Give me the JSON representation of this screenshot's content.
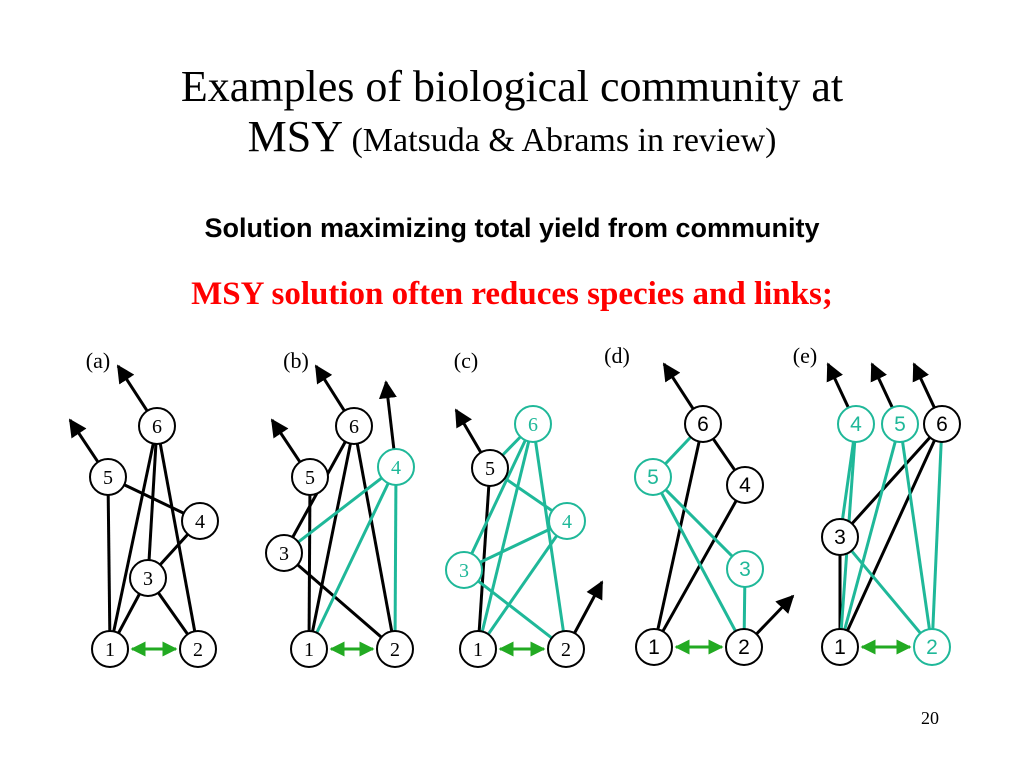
{
  "slide": {
    "title_line1": "Examples of biological community at",
    "title_line2_main": "MSY",
    "title_line2_small": " (Matsuda & Abrams in review)",
    "subtitle": "Solution maximizing total yield from community",
    "highlight": "MSY solution often reduces species and links;",
    "page_number": "20"
  },
  "colors": {
    "black": "#000000",
    "teal": "#1fb899",
    "green_arrow": "#22aa22",
    "red": "#ff0000"
  },
  "panels": [
    {
      "label": "(a)",
      "nodes": [
        {
          "id": "6",
          "label": "6",
          "teal": false
        },
        {
          "id": "5",
          "label": "5",
          "teal": false
        },
        {
          "id": "4",
          "label": "4",
          "teal": false
        },
        {
          "id": "3",
          "label": "3",
          "teal": false
        },
        {
          "id": "1",
          "label": "1",
          "teal": false
        },
        {
          "id": "2",
          "label": "2",
          "teal": false
        }
      ],
      "links": [
        [
          "6",
          "3"
        ],
        [
          "6",
          "1"
        ],
        [
          "6",
          "2"
        ],
        [
          "5",
          "1"
        ],
        [
          "5",
          "4"
        ],
        [
          "4",
          "3"
        ],
        [
          "3",
          "1"
        ],
        [
          "3",
          "2"
        ]
      ],
      "harvest_arrows": [
        "6",
        "5"
      ]
    },
    {
      "label": "(b)",
      "nodes": [
        {
          "id": "6",
          "label": "6",
          "teal": false
        },
        {
          "id": "5",
          "label": "5",
          "teal": false
        },
        {
          "id": "4",
          "label": "4",
          "teal": true
        },
        {
          "id": "3",
          "label": "3",
          "teal": false
        },
        {
          "id": "1",
          "label": "1",
          "teal": false
        },
        {
          "id": "2",
          "label": "2",
          "teal": false
        }
      ],
      "links": [
        [
          "6",
          "3"
        ],
        [
          "6",
          "1"
        ],
        [
          "6",
          "2"
        ],
        [
          "5",
          "1"
        ],
        [
          "3",
          "2"
        ],
        [
          "4",
          "3",
          "teal"
        ],
        [
          "4",
          "1",
          "teal"
        ],
        [
          "4",
          "2",
          "teal"
        ]
      ],
      "harvest_arrows": [
        "6",
        "5",
        "4"
      ]
    },
    {
      "label": "(c)",
      "nodes": [
        {
          "id": "6",
          "label": "6",
          "teal": true
        },
        {
          "id": "5",
          "label": "5",
          "teal": false
        },
        {
          "id": "4",
          "label": "4",
          "teal": true
        },
        {
          "id": "3",
          "label": "3",
          "teal": true
        },
        {
          "id": "1",
          "label": "1",
          "teal": false
        },
        {
          "id": "2",
          "label": "2",
          "teal": false
        }
      ],
      "links": [
        [
          "5",
          "1"
        ],
        [
          "6",
          "5",
          "teal"
        ],
        [
          "6",
          "3",
          "teal"
        ],
        [
          "6",
          "1",
          "teal"
        ],
        [
          "6",
          "2",
          "teal"
        ],
        [
          "4",
          "3",
          "teal"
        ],
        [
          "4",
          "1",
          "teal"
        ],
        [
          "3",
          "2",
          "teal"
        ],
        [
          "5",
          "4",
          "teal"
        ]
      ],
      "harvest_arrows": [
        "5",
        "2"
      ]
    },
    {
      "label": "(d)",
      "nodes": [
        {
          "id": "6",
          "label": "6",
          "teal": false
        },
        {
          "id": "5",
          "label": "5",
          "teal": true
        },
        {
          "id": "4",
          "label": "4",
          "teal": false
        },
        {
          "id": "3",
          "label": "3",
          "teal": true
        },
        {
          "id": "1",
          "label": "1",
          "teal": false
        },
        {
          "id": "2",
          "label": "2",
          "teal": false
        }
      ],
      "links": [
        [
          "6",
          "4"
        ],
        [
          "6",
          "1"
        ],
        [
          "4",
          "1"
        ],
        [
          "6",
          "5",
          "teal"
        ],
        [
          "5",
          "3",
          "teal"
        ],
        [
          "5",
          "2",
          "teal"
        ],
        [
          "3",
          "2",
          "teal"
        ]
      ],
      "harvest_arrows": [
        "6",
        "2"
      ]
    },
    {
      "label": "(e)",
      "nodes": [
        {
          "id": "4",
          "label": "4",
          "teal": true
        },
        {
          "id": "5",
          "label": "5",
          "teal": true
        },
        {
          "id": "6",
          "label": "6",
          "teal": false
        },
        {
          "id": "3",
          "label": "3",
          "teal": false
        },
        {
          "id": "1",
          "label": "1",
          "teal": false
        },
        {
          "id": "2",
          "label": "2",
          "teal": true
        }
      ],
      "links": [
        [
          "6",
          "3"
        ],
        [
          "6",
          "1"
        ],
        [
          "3",
          "1"
        ],
        [
          "4",
          "1",
          "teal"
        ],
        [
          "4",
          "3",
          "teal"
        ],
        [
          "5",
          "1",
          "teal"
        ],
        [
          "5",
          "2",
          "teal"
        ],
        [
          "6",
          "2",
          "teal"
        ],
        [
          "3",
          "2",
          "teal"
        ]
      ],
      "harvest_arrows": [
        "4",
        "5",
        "6"
      ]
    }
  ]
}
